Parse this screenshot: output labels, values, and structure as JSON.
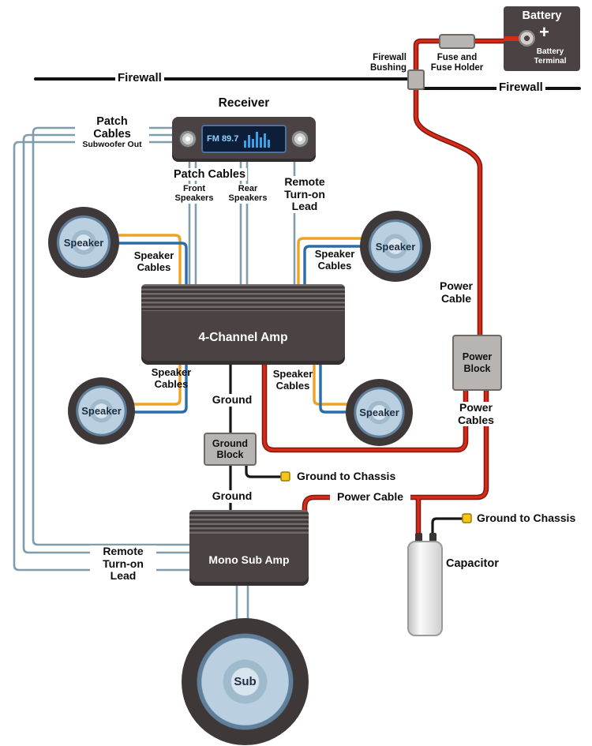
{
  "labels": {
    "battery": "Battery",
    "plus_sign": "+",
    "battery_terminal": "Battery Terminal",
    "fuse_holder": "Fuse and Fuse Holder",
    "firewall_bushing": "Firewall Bushing",
    "firewall": "Firewall",
    "receiver": "Receiver",
    "patch_cables": "Patch Cables",
    "subwoofer_out": "Subwoofer Out",
    "front_speakers": "Front Speakers",
    "rear_speakers": "Rear Speakers",
    "remote_turn_on_lead": "Remote Turn-on Lead",
    "speaker": "Speaker",
    "speaker_cables": "Speaker Cables",
    "four_channel_amp": "4-Channel Amp",
    "ground": "Ground",
    "ground_block": "Ground Block",
    "ground_to_chassis": "Ground to Chassis",
    "power_cable": "Power Cable",
    "power_block": "Power Block",
    "power_cables": "Power Cables",
    "mono_sub_amp": "Mono Sub Amp",
    "capacitor": "Capacitor",
    "sub": "Sub"
  },
  "receiver_display": {
    "station": "FM 89.7"
  },
  "colors": {
    "power_cable_red": "#d62b18",
    "power_cable_outline": "#7e170d",
    "speaker_wire_yellow": "#f0a225",
    "speaker_wire_blue": "#2a6da8",
    "patch_cable_blue_gray": "#7f9dad",
    "ground_black": "#161616",
    "component_dark": "#4a4243",
    "block_gray": "#b8b4b2",
    "terminal_yellow": "#f5c518"
  }
}
